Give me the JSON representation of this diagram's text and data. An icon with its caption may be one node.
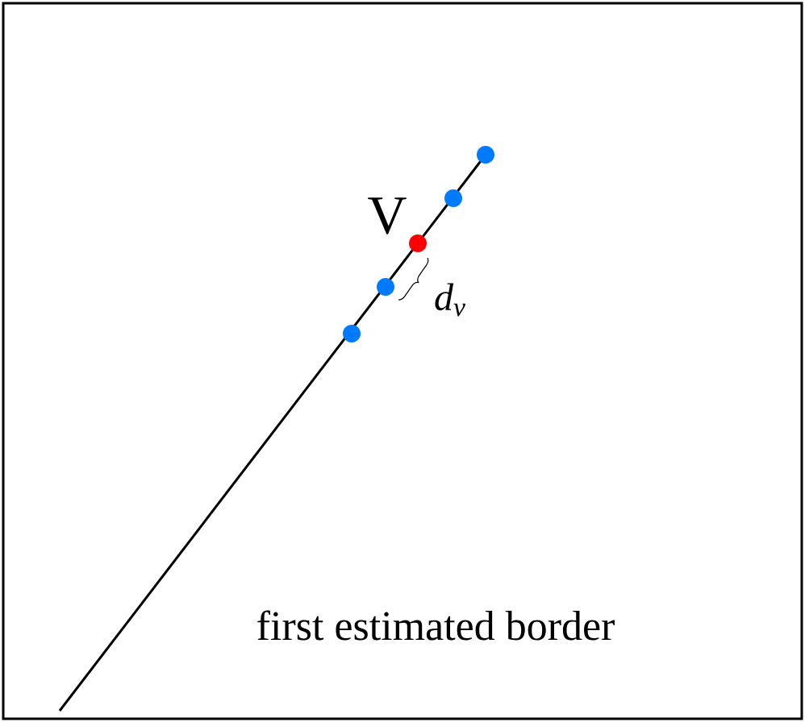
{
  "diagram": {
    "labels": [
      "V",
      "d$_{v}$",
      "first estimated border"
    ]
  }
}
